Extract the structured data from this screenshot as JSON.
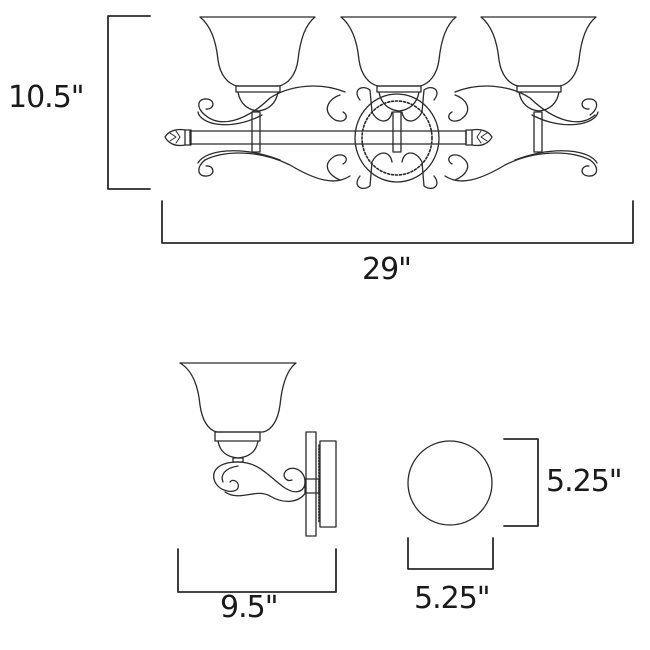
{
  "diagram": {
    "type": "product-dimension-drawing",
    "subject": "3-light bath vanity fixture",
    "colors": {
      "line": "#2a2a2a",
      "text": "#1a1a1a",
      "background": "#ffffff"
    },
    "front_view": {
      "shades_count": 3,
      "dimensions": {
        "height_label": "10.5\"",
        "width_label": "29\""
      }
    },
    "side_view": {
      "dimensions": {
        "depth_label": "9.5\""
      }
    },
    "backplate_view": {
      "shape": "circle",
      "dimensions": {
        "height_label": "5.25\"",
        "width_label": "5.25\""
      }
    }
  }
}
